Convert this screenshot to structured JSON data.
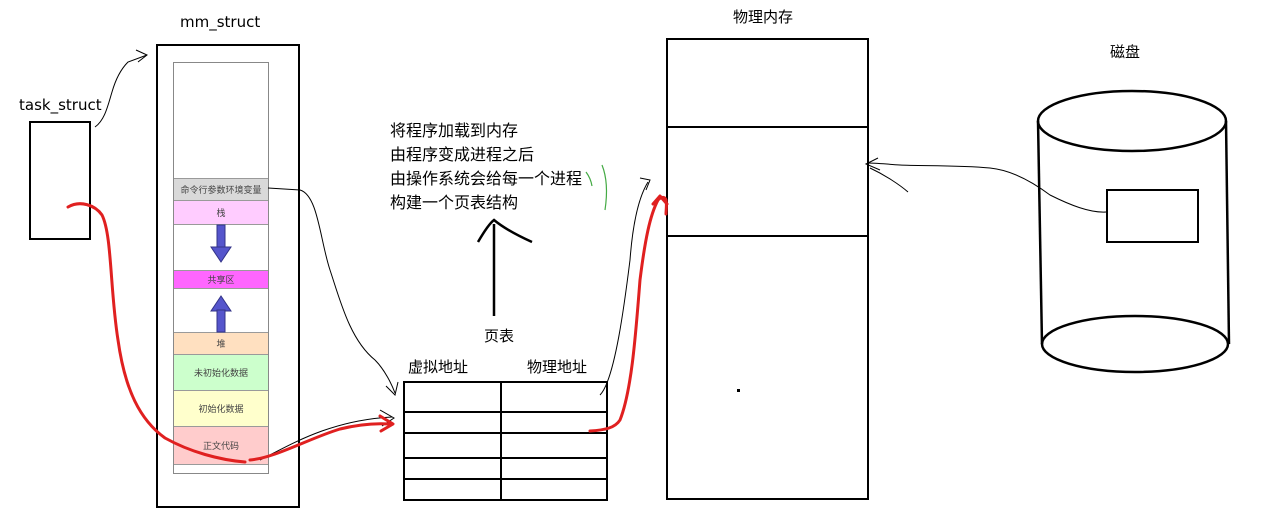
{
  "labels": {
    "task_struct": "task_struct",
    "mm_struct": "mm_struct",
    "page_table": "页表",
    "virtual_addr": "虚拟地址",
    "physical_addr": "物理地址",
    "physical_memory": "物理内存",
    "disk": "磁盘"
  },
  "address_space": [
    {
      "label": "",
      "color": "#ffffff"
    },
    {
      "label": "命令行参数环境变量",
      "color": "#d9d9d9"
    },
    {
      "label": "栈",
      "color": "#ffccff"
    },
    {
      "label": "",
      "color": "#ffffff"
    },
    {
      "label": "共享区",
      "color": "#ff66ff"
    },
    {
      "label": "",
      "color": "#ffffff"
    },
    {
      "label": "堆",
      "color": "#ffe0c0"
    },
    {
      "label": "未初始化数据",
      "color": "#ccffcc"
    },
    {
      "label": "初始化数据",
      "color": "#ffffcc"
    },
    {
      "label": "正文代码",
      "color": "#ffcccc"
    }
  ],
  "note": {
    "lines": [
      "将程序加载到内存",
      "由程序变成进程之后",
      "由操作系统会给每一个进程",
      "构建一个页表结构"
    ]
  },
  "colors": {
    "red_path": "#e02020",
    "arrow_blue": "#5555cc",
    "green_mark": "#44aa44"
  }
}
